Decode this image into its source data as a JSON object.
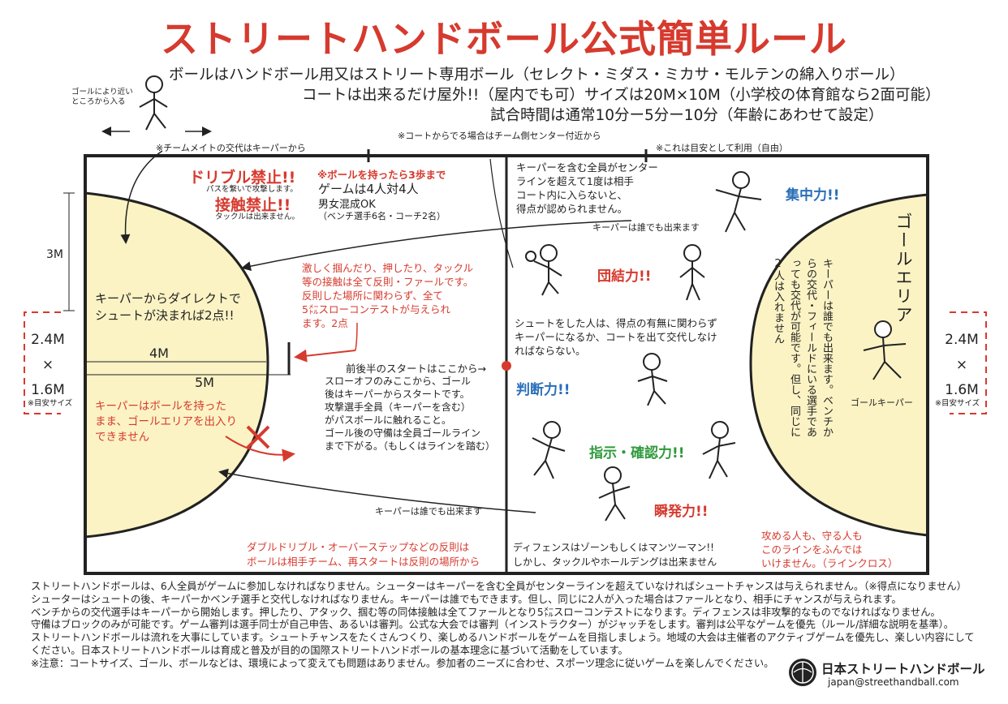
{
  "title": "ストリートハンドボール公式簡単ルール",
  "subtitle_lines": [
    "ボールはハンドボール用又はストリート専用ボール（セレクト・ミダス・ミカサ・モルテンの綿入りボール）",
    "コートは出来るだけ屋外!!（屋内でも可）サイズは20M×10M（小学校の体育館なら2面可能）",
    "試合時間は通常10分ー5分ー10分（年齢にあわせて設定）"
  ],
  "top_notes": {
    "goal_closer": "ゴールにより近い\nところから入る",
    "keeper_swap": "※チームメイトの交代はキーパーから",
    "center_exit": "※コートからでる場合はチーム側センター付近から",
    "guide": "※これは目安として利用（自由）"
  },
  "left_half": {
    "dribble_ban": "ドリブル禁止!!",
    "dribble_sub": "パスを繋いで攻撃します。",
    "contact_ban": "接触禁止!!",
    "contact_sub": "タックルは出来ません。",
    "three_steps": "※ボールを持ったら3歩まで",
    "game_size": "ゲームは4人対4人",
    "mixed": "男女混成OK",
    "bench": "（ベンチ選手6名・コーチ2名）",
    "foul_text": "激しく掴んだり、押したり、タックル\n等の接触は全て反則・ファールです。\n反則した場所に関わらず、全て\n5㍍スローコンテストが与えられ\nます。2点",
    "direct_shot": "キーパーからダイレクトで\nシュートが決まれば2点!!",
    "keeper_area": "キーパーはボールを持った\nまま、ゴールエリアを出入り\nできません",
    "start_here": "前後半のスタートはここから→",
    "throw_off": "スローオフのみここから、ゴール\n後はキーパーからスタートです。\n攻撃選手全員（キーパーを含む）\nがパスボールに触れること。\nゴール後の守備は全員ゴールライン\nまで下がる。（もしくはラインを踏む）",
    "keeper_anyone_bottom": "キーパーは誰でも出来ます",
    "double_dribble": "ダブルドリブル・オーバーステップなどの反則は\nボールは相手チーム、再スタートは反則の場所から"
  },
  "right_half": {
    "center_line_rule": "キーパーを含む全員がセンター\nラインを超えて1度は相手\nコート内に入らないと、\n得点が認められません。",
    "keeper_anyone_top": "キーパーは誰でも出来ます",
    "shooter_rule": "シュートをした人は、得点の有無に関わらず\nキーパーになるか、コートを出て交代しなけ\nればならない。",
    "defense": "ディフェンスはゾーンもしくはマンツーマン!!\nしかし、タックルやホールデングは出来ません",
    "line_cross": "攻める人も、守る人も\nこのラインをふんでは\nいけません。（ラインクロス）",
    "goal_area": "ゴールエリア",
    "keeper_vertical": "キーパーは誰でも出来ます。ベンチからの交代・フィールドにいる選手であっても交代が可能です。但し、同じに2人は入れません",
    "goalkeeper_label": "ゴールキーパー"
  },
  "skills": [
    "集中力!!",
    "団結力!!",
    "判断力!!",
    "指示・確認力!!",
    "瞬発力!!"
  ],
  "dimensions": {
    "three_m": "3M",
    "four_m": "4M",
    "five_m": "5M",
    "left_box": [
      "2.4M",
      "×",
      "1.6M"
    ],
    "right_box": [
      "2.4M",
      "×",
      "1.6M"
    ],
    "guide_size": "※目安サイズ"
  },
  "footer_lines": [
    "ストリートハンドボールは、6人全員がゲームに参加しなければなりません。シューターはキーパーを含む全員がセンターラインを超えていなければシュートチャンスは与えられません。（※得点になりません）",
    "シューターはシュートの後、キーパーかベンチ選手と交代しなければなりません。キーパーは誰でもできます。但し、同じに2人が入った場合はファールとなり、相手にチャンスが与えられます。",
    "ベンチからの交代選手はキーパーから開始します。押したり、アタック、掴む等の同体接触は全てファールとなり5㍍スローコンテストになります。ディフェンスは非攻撃的なものでなければなりません。",
    "守備はブロックのみが可能です。ゲーム審判は選手同士が自己申告、あるいは審判。公式な大会では審判（インストラクター）がジャッチをします。審判は公平なゲームを優先（ルール/詳細な説明を基準）。",
    "ストリートハンドボールは流れを大事にしています。シュートチャンスをたくさんつくり、楽しめるハンドボールをゲームを目指しましょう。地域の大会は主催者のアクティブゲームを優先し、楽しい内容にして",
    "ください。日本ストリートハンドボールは育成と普及が目的の国際ストリートハンドボールの基本理念に基づいて活動をしています。"
  ],
  "footer_caution": "※注意：コートサイズ、ゴール、ボールなどは、環境によって変えても問題はありません。参加者のニーズに合わせ、スポーツ理念に従いゲームを楽しんでください。",
  "brand_name": "日本ストリートハンドボール",
  "brand_url": "japan@streethandball.com",
  "colors": {
    "accent_red": "#d63a2e",
    "area_fill": "#fbf3c4",
    "skill_blue": "#2a6fb8",
    "skill_green": "#2f9a3c"
  }
}
